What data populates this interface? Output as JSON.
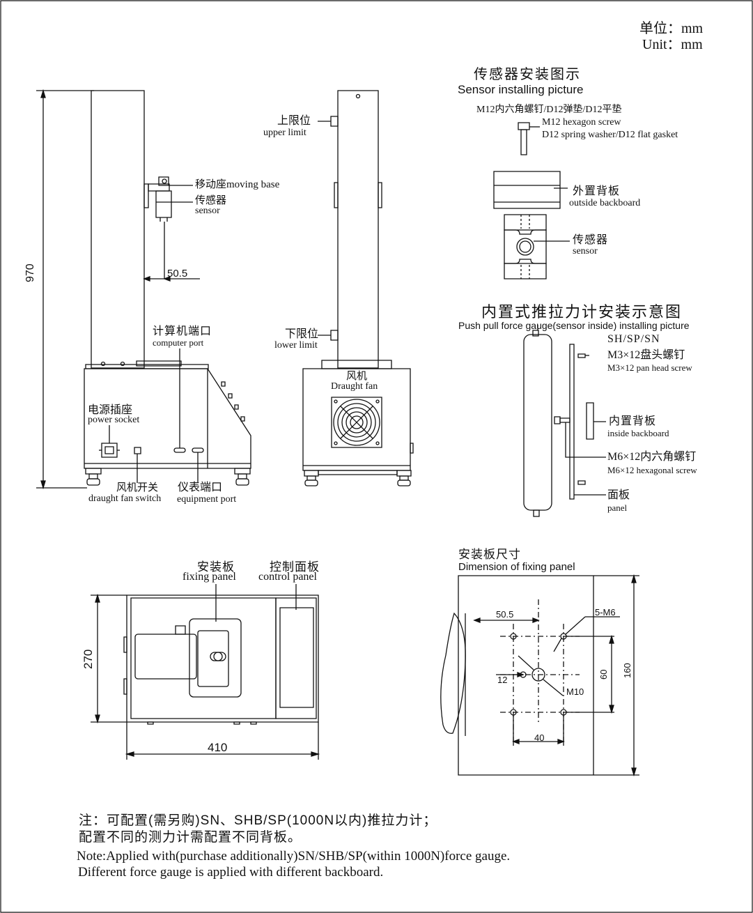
{
  "unit": {
    "cn": "单位：mm",
    "en": "Unit：mm"
  },
  "front_view": {
    "height_dim": "970",
    "offset_dim": "50.5",
    "moving_base": "移动座moving base",
    "sensor_cn": "传感器",
    "sensor_en": "sensor",
    "computer_port_cn": "计算机端口",
    "computer_port_en": "computer port",
    "power_socket_cn": "电源插座",
    "power_socket_en": "power socket",
    "fan_switch_cn": "风机开关",
    "fan_switch_en": "draught fan switch",
    "equipment_port_cn": "仪表端口",
    "equipment_port_en": "equipment port"
  },
  "side_view": {
    "upper_limit_cn": "上限位",
    "upper_limit_en": "upper limit",
    "lower_limit_cn": "下限位",
    "lower_limit_en": "lower limit",
    "fan_cn": "风机",
    "fan_en": "Draught fan"
  },
  "sensor_install": {
    "title_cn": "传感器安装图示",
    "title_en": "Sensor installing picture",
    "screw_cn": "M12内六角螺钉/D12弹垫/D12平垫",
    "screw_en1": "M12 hexagon screw",
    "screw_en2": "D12 spring washer/D12 flat gasket",
    "backboard_cn": "外置背板",
    "backboard_en": "outside backboard",
    "sensor_cn": "传感器",
    "sensor_en": "sensor"
  },
  "gauge_install": {
    "title_cn": "内置式推拉力计安装示意图",
    "title_en": "Push pull force gauge(sensor inside) installing picture",
    "models": "SH/SP/SN",
    "m3_cn": "M3×12盘头螺钉",
    "m3_en": "M3×12 pan head screw",
    "inside_cn": "内置背板",
    "inside_en": "inside backboard",
    "m6_cn": "M6×12内六角螺钉",
    "m6_en": "M6×12 hexagonal screw",
    "panel_cn": "面板",
    "panel_en": "panel"
  },
  "top_view": {
    "fixing_cn": "安装板",
    "fixing_en": "fixing panel",
    "control_cn": "控制面板",
    "control_en": "control panel",
    "depth_dim": "270",
    "width_dim": "410"
  },
  "fixing_dim": {
    "title_cn": "安装板尺寸",
    "title_en": "Dimension of fixing panel",
    "d_50_5": "50.5",
    "d_5m6": "5-M6",
    "d_12": "12",
    "d_60": "60",
    "d_160": "160",
    "d_m10": "M10",
    "d_40": "40"
  },
  "notes": {
    "cn1": "注：可配置(需另购)SN、SHB/SP(1000N以内)推拉力计；",
    "cn2": "配置不同的测力计需配置不同背板。",
    "en1": "Note:Applied with(purchase additionally)SN/SHB/SP(within 1000N)force gauge.",
    "en2": "Different force gauge is  applied with different backboard."
  }
}
